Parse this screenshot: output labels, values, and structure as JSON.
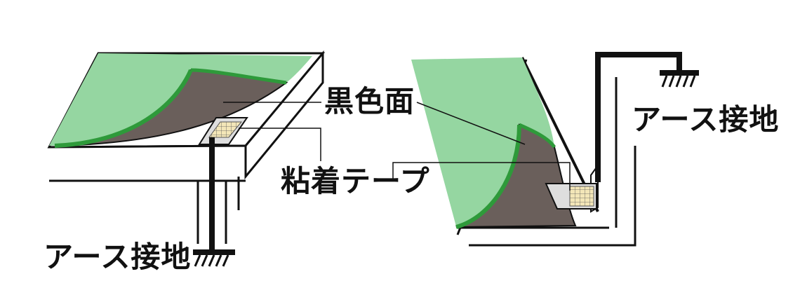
{
  "labels": {
    "black_surface": "黒色面",
    "adhesive_tape": "粘着テープ",
    "earth_ground_left": "アース接地",
    "earth_ground_right": "アース接地"
  },
  "colors": {
    "sheet_green": "#95d6a1",
    "edge_green": "#2e9a3a",
    "black_side": "#6a5f5b",
    "line": "#111111",
    "tape_fill": "#dedede",
    "grid_fill": "#f3e6b8"
  }
}
